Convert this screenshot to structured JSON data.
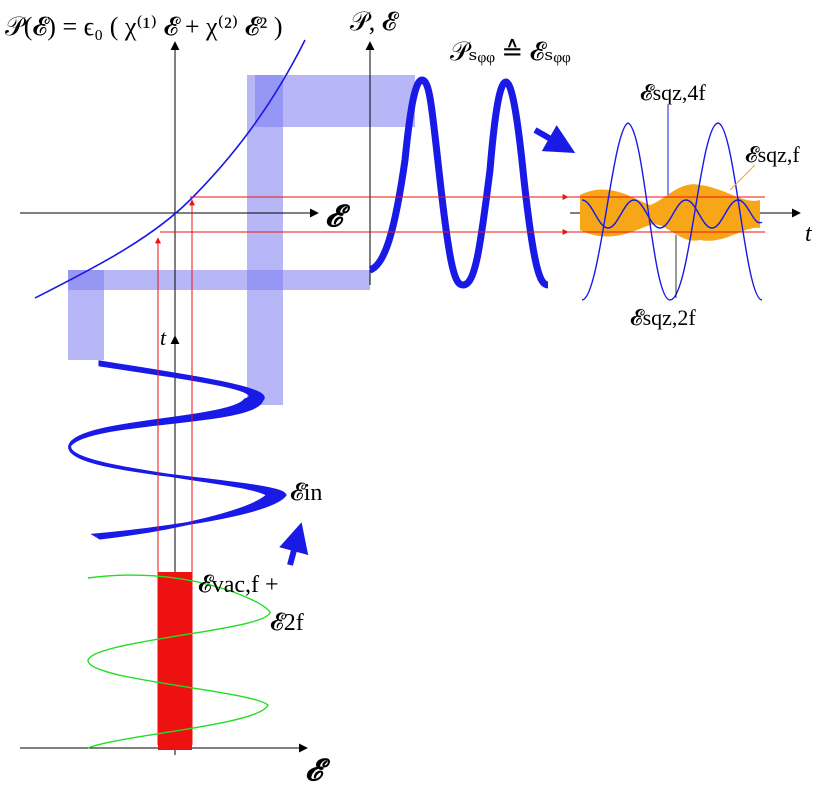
{
  "labels": {
    "polarization_formula": "𝒫(𝓔) = ϵ₀ ( χ⁽¹⁾ 𝓔 + χ⁽²⁾ 𝓔² )",
    "axis_p_e": "𝒫, 𝓔",
    "axis_e_mid": "𝓔",
    "axis_t_right": "t",
    "axis_t_left": "t",
    "axis_e_bottom": "𝓔",
    "p_sqz_equals_e_sqz": "𝒫ₛᵩᵩ ≙ 𝓔ₛᵩᵩ",
    "e_sqz_4f": "𝓔sqz,4f",
    "e_sqz_f": "𝓔sqz,f",
    "e_sqz_2f": "𝓔sqz,2f",
    "e_in": "𝓔in",
    "e_vac_f_plus": "𝓔vac,f +",
    "e_2f": "𝓔2f"
  },
  "colors": {
    "curve_blue": "#1a1ae6",
    "band_blue": "#7c7cf2",
    "band_blue_dark": "#5a5af0",
    "red": "#ee1111",
    "green": "#22dd22",
    "orange": "#f7a618",
    "axis": "#000000"
  }
}
